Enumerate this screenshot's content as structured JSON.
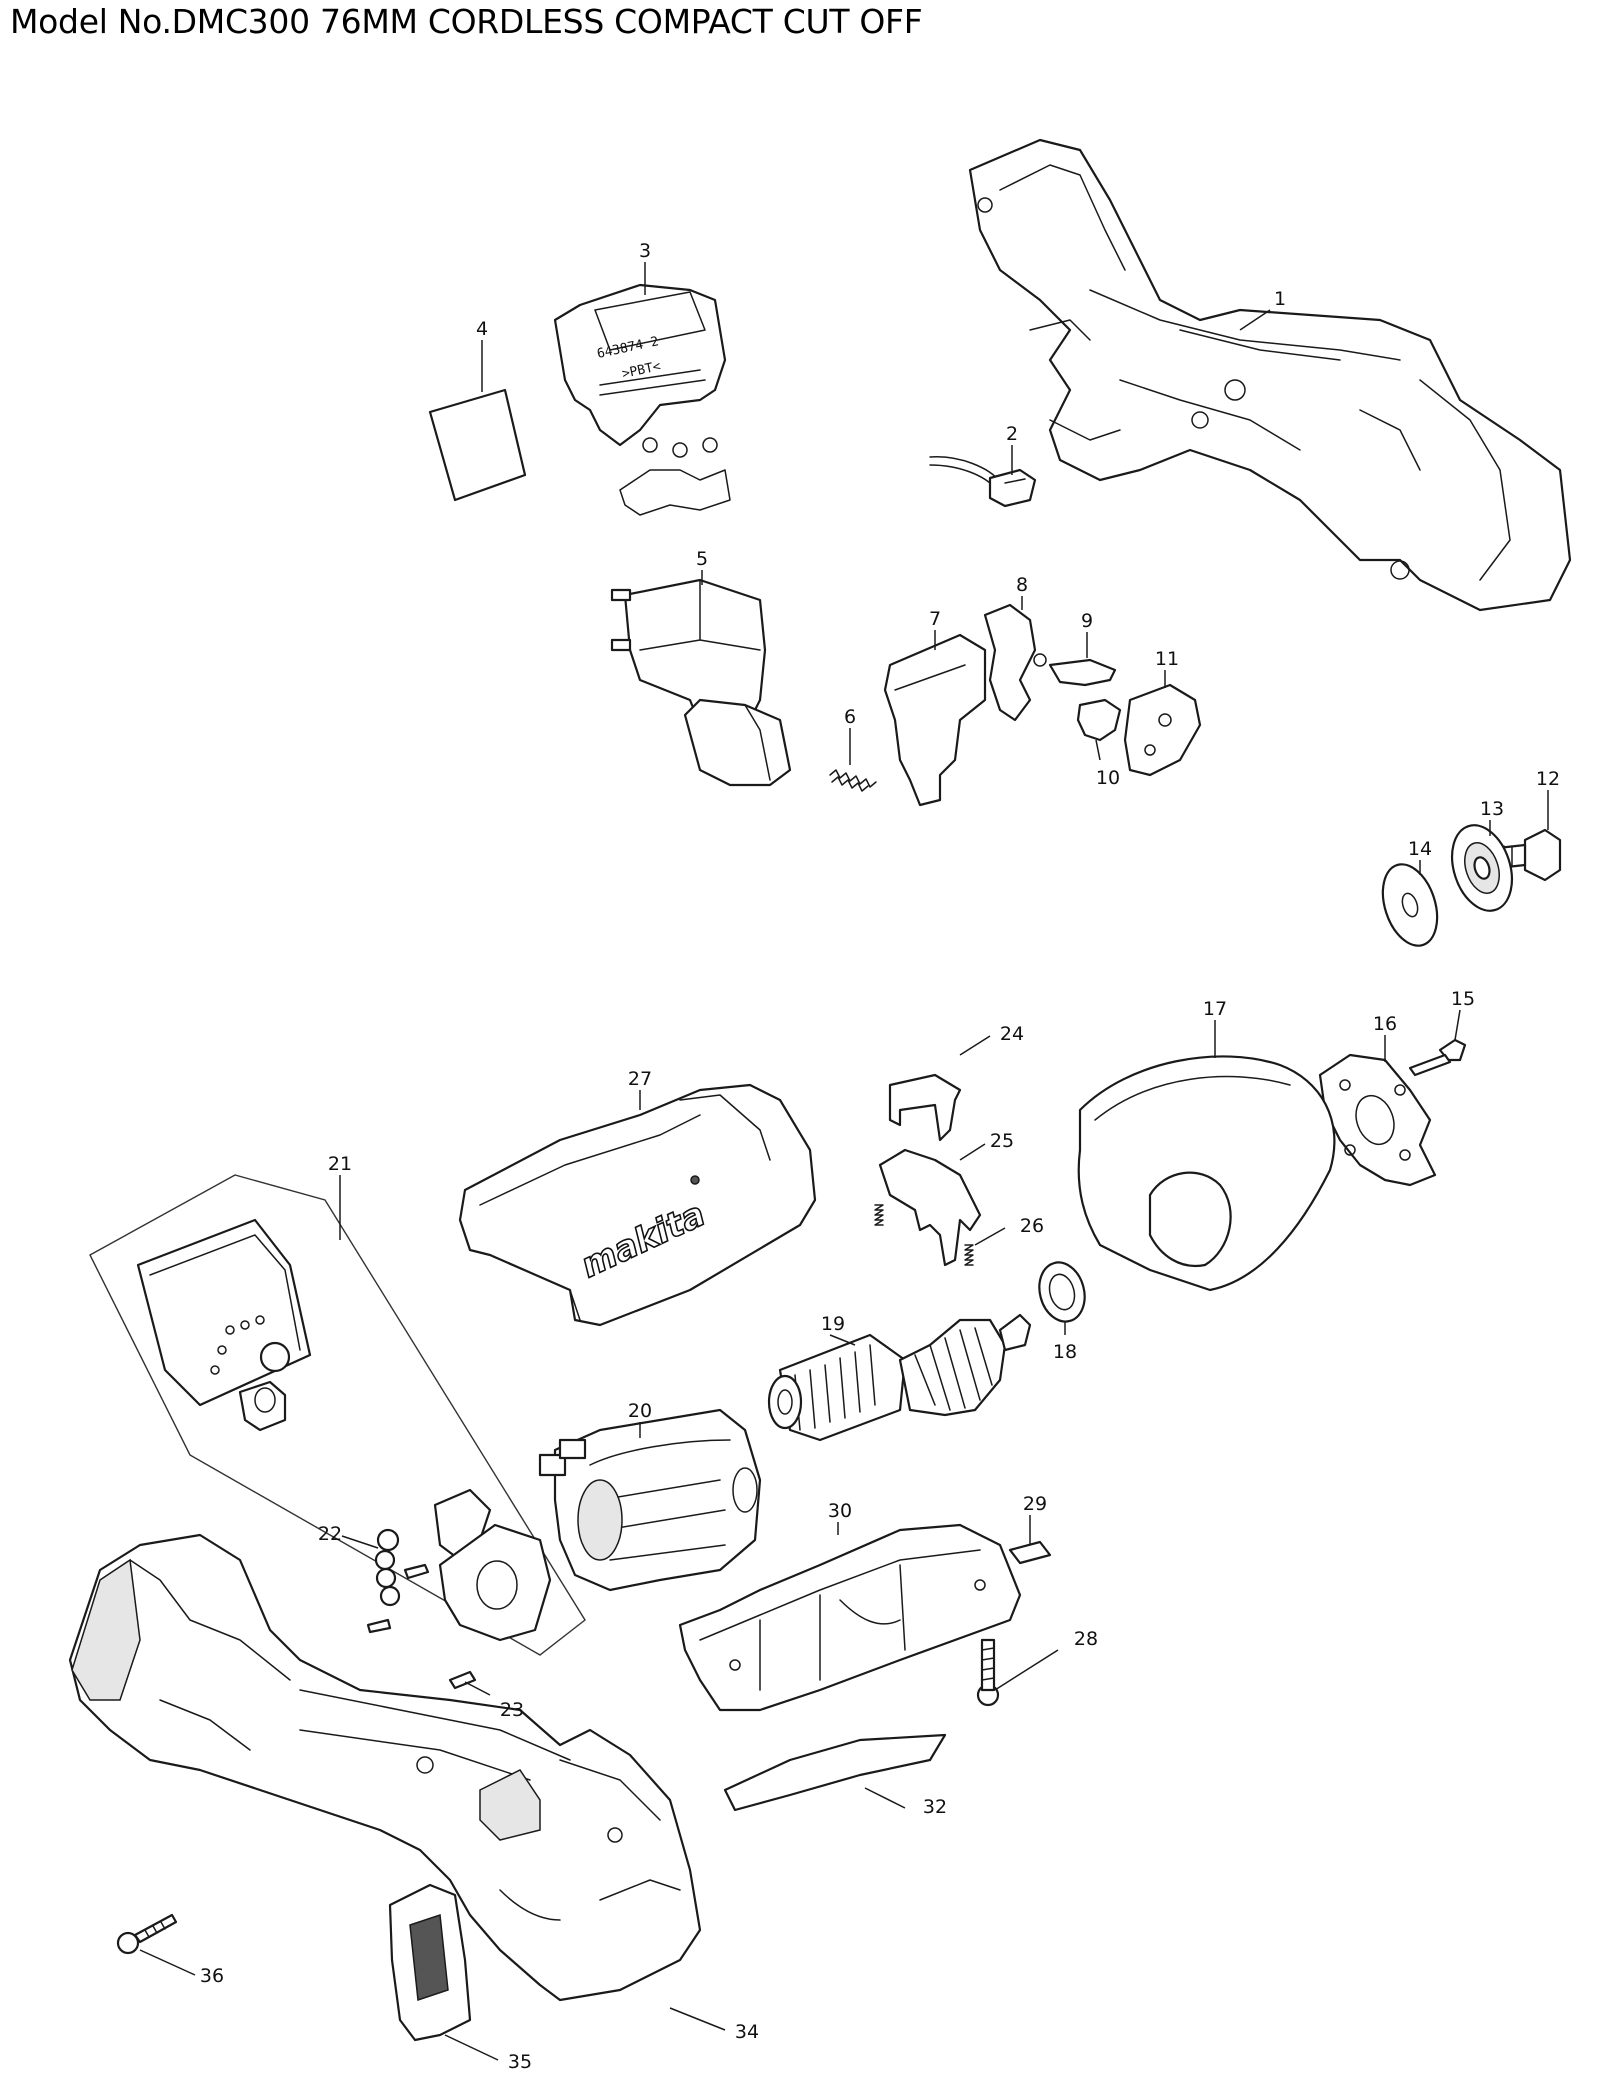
{
  "title": "Model No.DMC300 76MM CORDLESS COMPACT CUT OFF",
  "stamps": {
    "part3_code": "643874 2",
    "part3_material": ">PBT<",
    "part27_logo": "makita"
  },
  "callouts": [
    {
      "id": 1,
      "label": "1"
    },
    {
      "id": 2,
      "label": "2"
    },
    {
      "id": 3,
      "label": "3"
    },
    {
      "id": 4,
      "label": "4"
    },
    {
      "id": 5,
      "label": "5"
    },
    {
      "id": 6,
      "label": "6"
    },
    {
      "id": 7,
      "label": "7"
    },
    {
      "id": 8,
      "label": "8"
    },
    {
      "id": 9,
      "label": "9"
    },
    {
      "id": 10,
      "label": "10"
    },
    {
      "id": 11,
      "label": "11"
    },
    {
      "id": 12,
      "label": "12"
    },
    {
      "id": 13,
      "label": "13"
    },
    {
      "id": 14,
      "label": "14"
    },
    {
      "id": 15,
      "label": "15"
    },
    {
      "id": 16,
      "label": "16"
    },
    {
      "id": 17,
      "label": "17"
    },
    {
      "id": 18,
      "label": "18"
    },
    {
      "id": 19,
      "label": "19"
    },
    {
      "id": 20,
      "label": "20"
    },
    {
      "id": 21,
      "label": "21"
    },
    {
      "id": 22,
      "label": "22"
    },
    {
      "id": 23,
      "label": "23"
    },
    {
      "id": 24,
      "label": "24"
    },
    {
      "id": 25,
      "label": "25"
    },
    {
      "id": 26,
      "label": "26"
    },
    {
      "id": 27,
      "label": "27"
    },
    {
      "id": 28,
      "label": "28"
    },
    {
      "id": 29,
      "label": "29"
    },
    {
      "id": 30,
      "label": "30"
    },
    {
      "id": 32,
      "label": "32"
    },
    {
      "id": 34,
      "label": "34"
    },
    {
      "id": 35,
      "label": "35"
    },
    {
      "id": 36,
      "label": "36"
    }
  ]
}
